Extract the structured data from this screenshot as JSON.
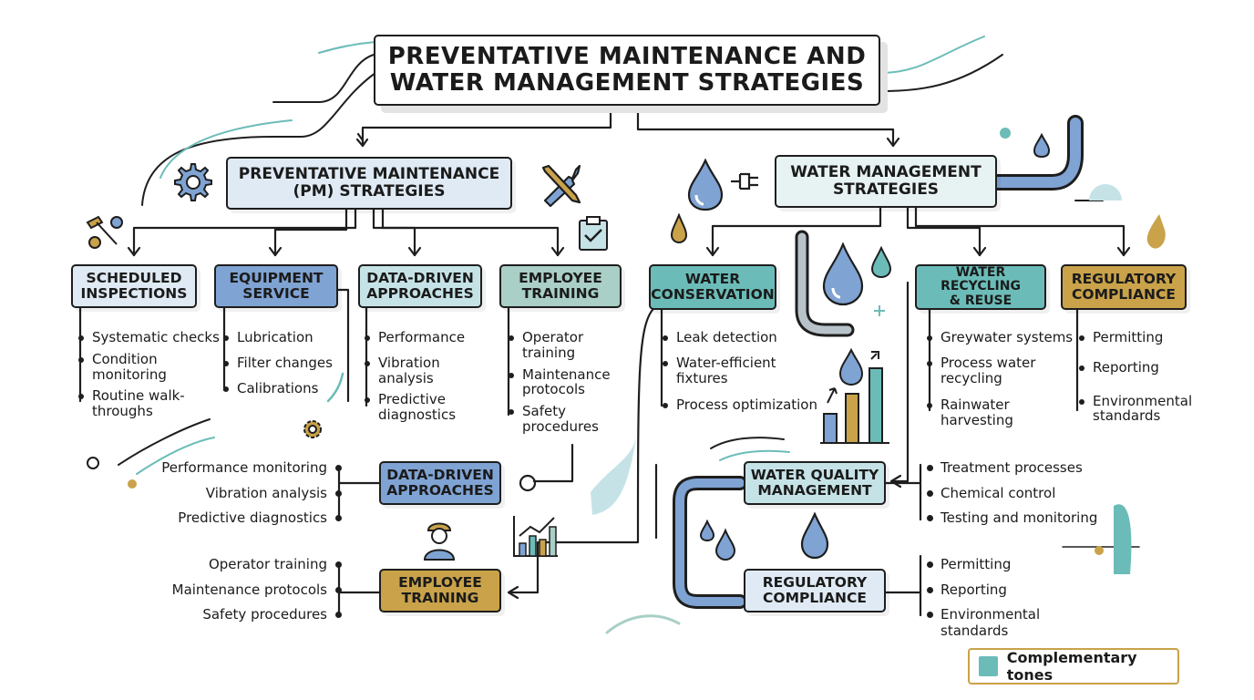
{
  "title": {
    "line1": "PREVENTATIVE MAINTENANCE AND",
    "line2": "WATER MANAGEMENT STRATEGIES"
  },
  "pm": {
    "heading": {
      "line1": "PREVENTATIVE MAINTENANCE",
      "line2": "(PM) STRATEGIES"
    },
    "categories": [
      {
        "line1": "SCHEDULED",
        "line2": "INSPECTIONS",
        "bullets": [
          "Systematic checks",
          "Condition monitoring",
          "Routine walk-throughs"
        ]
      },
      {
        "line1": "EQUIPMENT",
        "line2": "SERVICE",
        "bullets": [
          "Lubrication",
          "Filter changes",
          "Calibrations"
        ]
      },
      {
        "line1": "DATA-DRIVEN",
        "line2": "APPROACHES",
        "bullets": [
          "Performance",
          "Vibration analysis",
          "Predictive diagnostics"
        ]
      },
      {
        "line1": "EMPLOYEE",
        "line2": "TRAINING",
        "bullets": [
          "Operator training",
          "Maintenance protocols",
          "Safety procedures"
        ]
      }
    ]
  },
  "wm": {
    "heading": {
      "line1": "WATER MANAGEMENT",
      "line2": "STRATEGIES"
    },
    "categories": [
      {
        "line1": "WATER",
        "line2": "CONSERVATION",
        "bullets": [
          "Leak detection",
          "Water-efficient fixtures",
          "Process optimization"
        ]
      },
      {
        "line1": "WATER RECYCLING",
        "line2": "& REUSE",
        "bullets": [
          "Greywater systems",
          "Process water recycling",
          "Rainwater harvesting"
        ]
      },
      {
        "line1": "REGULATORY",
        "line2": "COMPLIANCE",
        "bullets": [
          "Permitting",
          "Reporting",
          "Environmental standards"
        ]
      }
    ]
  },
  "lower": {
    "data_driven": {
      "line1": "DATA-DRIVEN",
      "line2": "APPROACHES",
      "bullets": [
        "Performance monitoring",
        "Vibration analysis",
        "Predictive diagnostics"
      ]
    },
    "employee_training": {
      "line1": "EMPLOYEE",
      "line2": "TRAINING",
      "bullets": [
        "Operator training",
        "Maintenance protocols",
        "Safety procedures"
      ]
    },
    "water_quality": {
      "line1": "WATER QUALITY",
      "line2": "MANAGEMENT",
      "bullets": [
        "Treatment processes",
        "Chemical control",
        "Testing and monitoring"
      ]
    },
    "regulatory": {
      "line1": "REGULATORY",
      "line2": "COMPLIANCE",
      "bullets": [
        "Permitting",
        "Reporting",
        "Environmental standards"
      ]
    }
  },
  "legend": {
    "label": "Complementary tones",
    "swatch_color": "#6bbcb8"
  },
  "colors": {
    "light_blue": "#dfeaf4",
    "mid_blue": "#7fa3d3",
    "light_teal": "#c5e3e7",
    "sage": "#a9cfc6",
    "teal": "#6bbcb8",
    "gold": "#c9a24a",
    "pale_teal": "#e7f2f2"
  }
}
